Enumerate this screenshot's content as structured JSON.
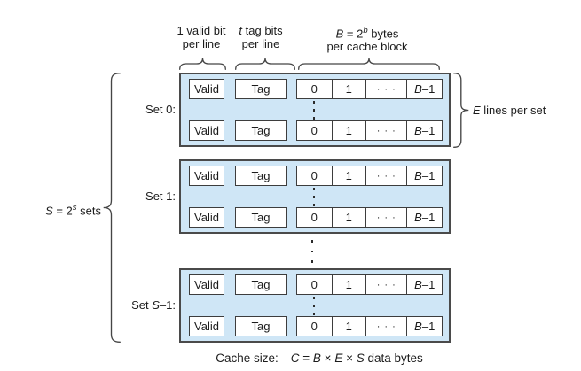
{
  "diagram": {
    "columns": {
      "valid_line1": "1 valid bit",
      "valid_line2": "per line",
      "tag_var": "t",
      "tag_rest": " tag bits",
      "tag_line2": "per line",
      "block_var": "B",
      "block_eq": " = 2",
      "block_sup": "b",
      "block_rest": " bytes",
      "block_line2": "per cache block"
    },
    "left_label": {
      "var": "S",
      "eq": " = 2",
      "sup": "s",
      "rest": " sets"
    },
    "right_label": {
      "var": "E",
      "rest": " lines per set"
    },
    "sets": {
      "set0": "Set 0:",
      "set1": "Set 1:",
      "setS_prefix": "Set ",
      "setS_var": "S",
      "setS_suffix": "–1:"
    },
    "cells": {
      "valid": "Valid",
      "tag": "Tag",
      "b0": "0",
      "b1": "1",
      "ellipsis": "· · ·",
      "blast_var": "B",
      "blast_dash": "–1"
    },
    "caption": {
      "title": "Cache size:",
      "c": "C",
      "eq": " = ",
      "b": "B",
      "x1": " × ",
      "e": "E",
      "x2": " × ",
      "s": "S",
      "rest": " data bytes"
    },
    "colors": {
      "set_fill": "#cfe6f6",
      "box_border": "#4a4a4a",
      "cell_border": "#3d3d3d"
    }
  }
}
